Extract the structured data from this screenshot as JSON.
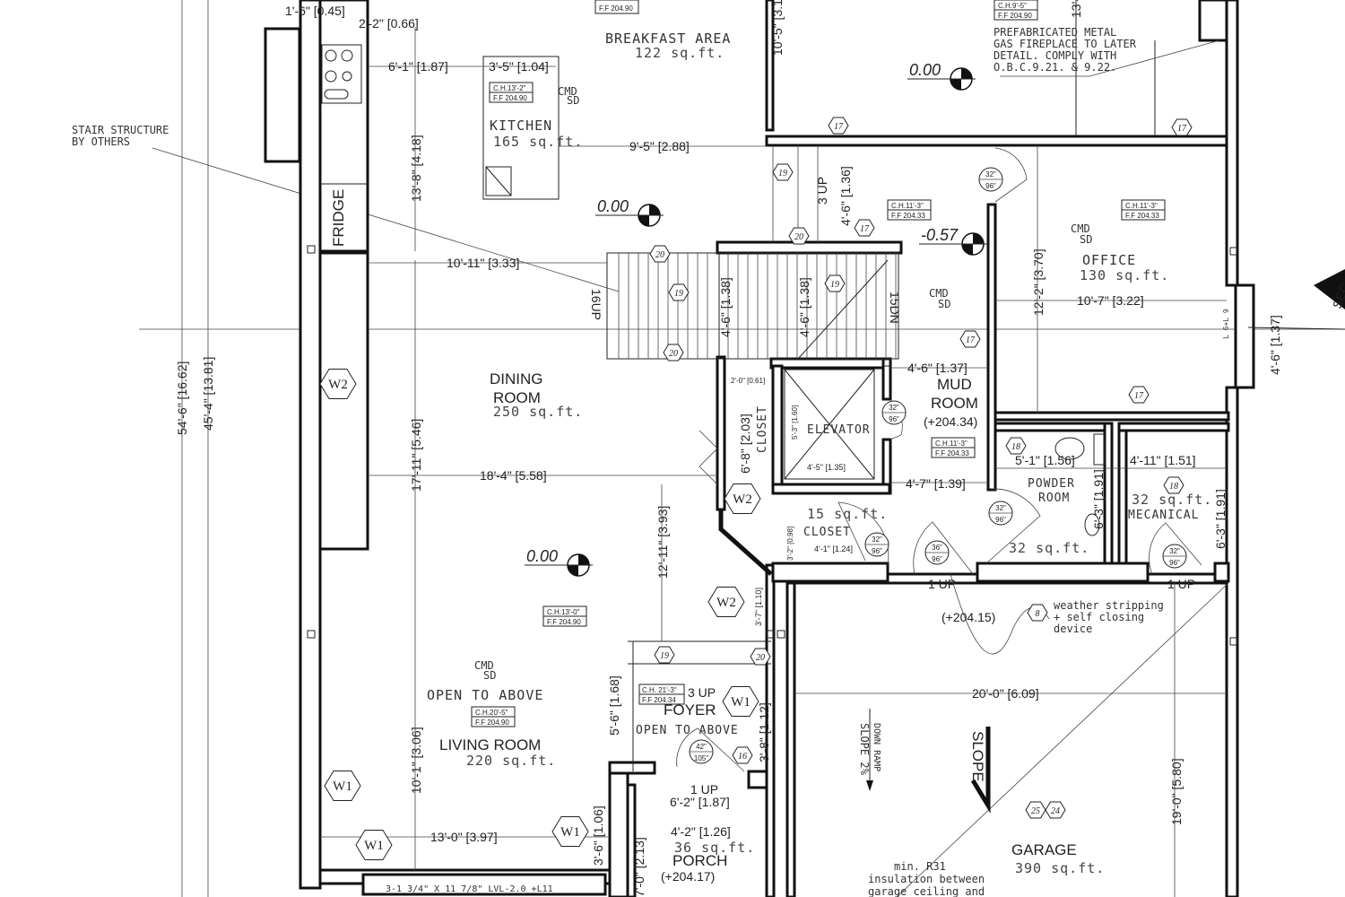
{
  "rooms": {
    "breakfast": {
      "name": "BREAKFAST AREA",
      "area": "122 sq.ft."
    },
    "kitchen": {
      "name": "KITCHEN",
      "area": "165 sq.ft.",
      "ch": "C.H.13'-2\"",
      "ff": "F.F 204.90"
    },
    "dining": {
      "name_1": "DINING",
      "name_2": "ROOM",
      "area": "250 sq.ft.",
      "ch": "C.H.13'-0\"",
      "ff": "F.F 204.90"
    },
    "living": {
      "name": "LIVING ROOM",
      "area": "220 sq.ft.",
      "open": "OPEN TO ABOVE",
      "ch": "C.H.20'-5\"",
      "ff": "F.F 204.90"
    },
    "foyer": {
      "name": "FOYER",
      "open": "OPEN TO ABOVE",
      "ch": "C.H. 21'-3\"",
      "ff": "F.F 204.34",
      "up": "3 UP",
      "up2": "1 UP"
    },
    "porch": {
      "name": "PORCH",
      "area": "36 sq.ft.",
      "level": "(+204.17)"
    },
    "mud": {
      "name_1": "MUD",
      "name_2": "ROOM",
      "level": "(+204.34)",
      "ch": "C.H.11'-3\"",
      "ff": "F.F 204.33"
    },
    "office": {
      "name": "OFFICE",
      "area": "130 sq.ft.",
      "ch": "C.H.11'-3\"",
      "ff": "F.F 204.33"
    },
    "powder": {
      "name_1": "POWDER",
      "name_2": "ROOM",
      "area": "32 sq.ft."
    },
    "mechanical": {
      "name": "MECANICAL",
      "area": "32 sq.ft."
    },
    "closet_small": {
      "name": "CLOSET",
      "area": "15 sq.ft."
    },
    "closet": {
      "name": "CLOSET"
    },
    "elevator": {
      "name": "ELEVATOR"
    },
    "garage": {
      "name": "GARAGE",
      "area": "390 sq.ft.",
      "level": "(+204.15)"
    },
    "fireplace_room": {
      "ch": "C.H.9'-5\"",
      "ff": "F.F 204.90"
    },
    "top_room": {
      "ff": "F.F 204.90"
    }
  },
  "fridge": "FRIDGE",
  "notes": {
    "stair": [
      "STAIR STRUCTURE",
      "BY OTHERS"
    ],
    "fireplace": [
      "PREFABRICATED METAL",
      "GAS FIREPLACE TO LATER",
      "DETAIL. COMPLY WITH",
      "O.B.C.9.21. & 9.22."
    ],
    "weather": [
      "weather stripping",
      "+ self closing",
      "device"
    ],
    "insulation": [
      "min. R31",
      "insulation between",
      "garage ceiling and"
    ],
    "slope_ramp": [
      "SLOPE 2%",
      "DOWN RAMP"
    ],
    "slope": "SLOPE",
    "beam": "3-1 3/4\" X 11 7/8\" LVL-2.0 +L11",
    "section": "SEC.",
    "cmd": "CMD",
    "sd": "SD",
    "up_3": "3 UP",
    "up_16": "16UP",
    "dn_15": "15DN",
    "up_1a": "1 UP",
    "up_1b": "1 UP",
    "window_lintel": "L 6+L 9"
  },
  "levels": [
    "0.00",
    "0.00",
    "-0.57",
    "0.00"
  ],
  "dimensions": {
    "d1": "1'-6\" [0.45]",
    "d2": "2'-2\" [0.66]",
    "d3": "6'-1\" [1.87]",
    "d4": "3'-5\" [1.04]",
    "d5": "9'-5\" [2.88]",
    "d6": "13'-8\" [4.18]",
    "d7": "10'-5\" [3.1",
    "d8": "13'-",
    "d9": "10'-11\" [3.33]",
    "d10": "4'-6\" [1.38]",
    "d11": "4'-6\" [1.38]",
    "d12": "4'-6\" [1.36]",
    "d13": "12'-2\" [3.70]",
    "d14": "10'-7\" [3.22]",
    "d15": "4'-6\" [1.37]",
    "d16": "54'-6\" [16.62]",
    "d17": "45'-4\" [13.81]",
    "d18": "17'-11\" [5.46]",
    "d19": "18'-4\" [5.58]",
    "d20": "4'-6\" [1.37]",
    "d21": "6'-8\" [2.03]",
    "d22": "2'-0\" [0.61]",
    "d23": "5'-3\" [1.60]",
    "d24": "4'-5\" [1.35]",
    "d25": "4'-7\" [1.39]",
    "d26": "5'-1\" [1.56]",
    "d27": "4'-11\" [1.51]",
    "d28": "6'-3\" [1.91]",
    "d29": "6'-3\" [1.91]",
    "d30": "4'-1\" [1.24]",
    "d31": "3'-2\" [0.98]",
    "d32": "12'-11\" [3.93]",
    "d33": "3'-7\" [1.10]",
    "d34": "20'-0\" [6.09]",
    "d35": "5'-6\" [1.68]",
    "d36": "3'-8\" [1.12]",
    "d37": "10'-1\" [3.06]",
    "d38": "13'-0\" [3.97]",
    "d39": "3'-6\" [1.06]",
    "d40": "6'-2\" [1.87]",
    "d41": "4'-2\" [1.26]",
    "d42": "7'-0\" [2.13]",
    "d43": "19'-0\" [5.80]"
  },
  "tags": {
    "w1": "W1",
    "w2": "W2",
    "t17": "17",
    "t19": "19",
    "t20": "20",
    "t18": "18",
    "t16": "16",
    "t8": "8",
    "t25": "25",
    "t24": "24"
  },
  "doors": {
    "d32": [
      "32\"",
      "96\""
    ],
    "d36": [
      "36\"",
      "96\""
    ],
    "d42": [
      "42\"",
      "105\""
    ]
  }
}
